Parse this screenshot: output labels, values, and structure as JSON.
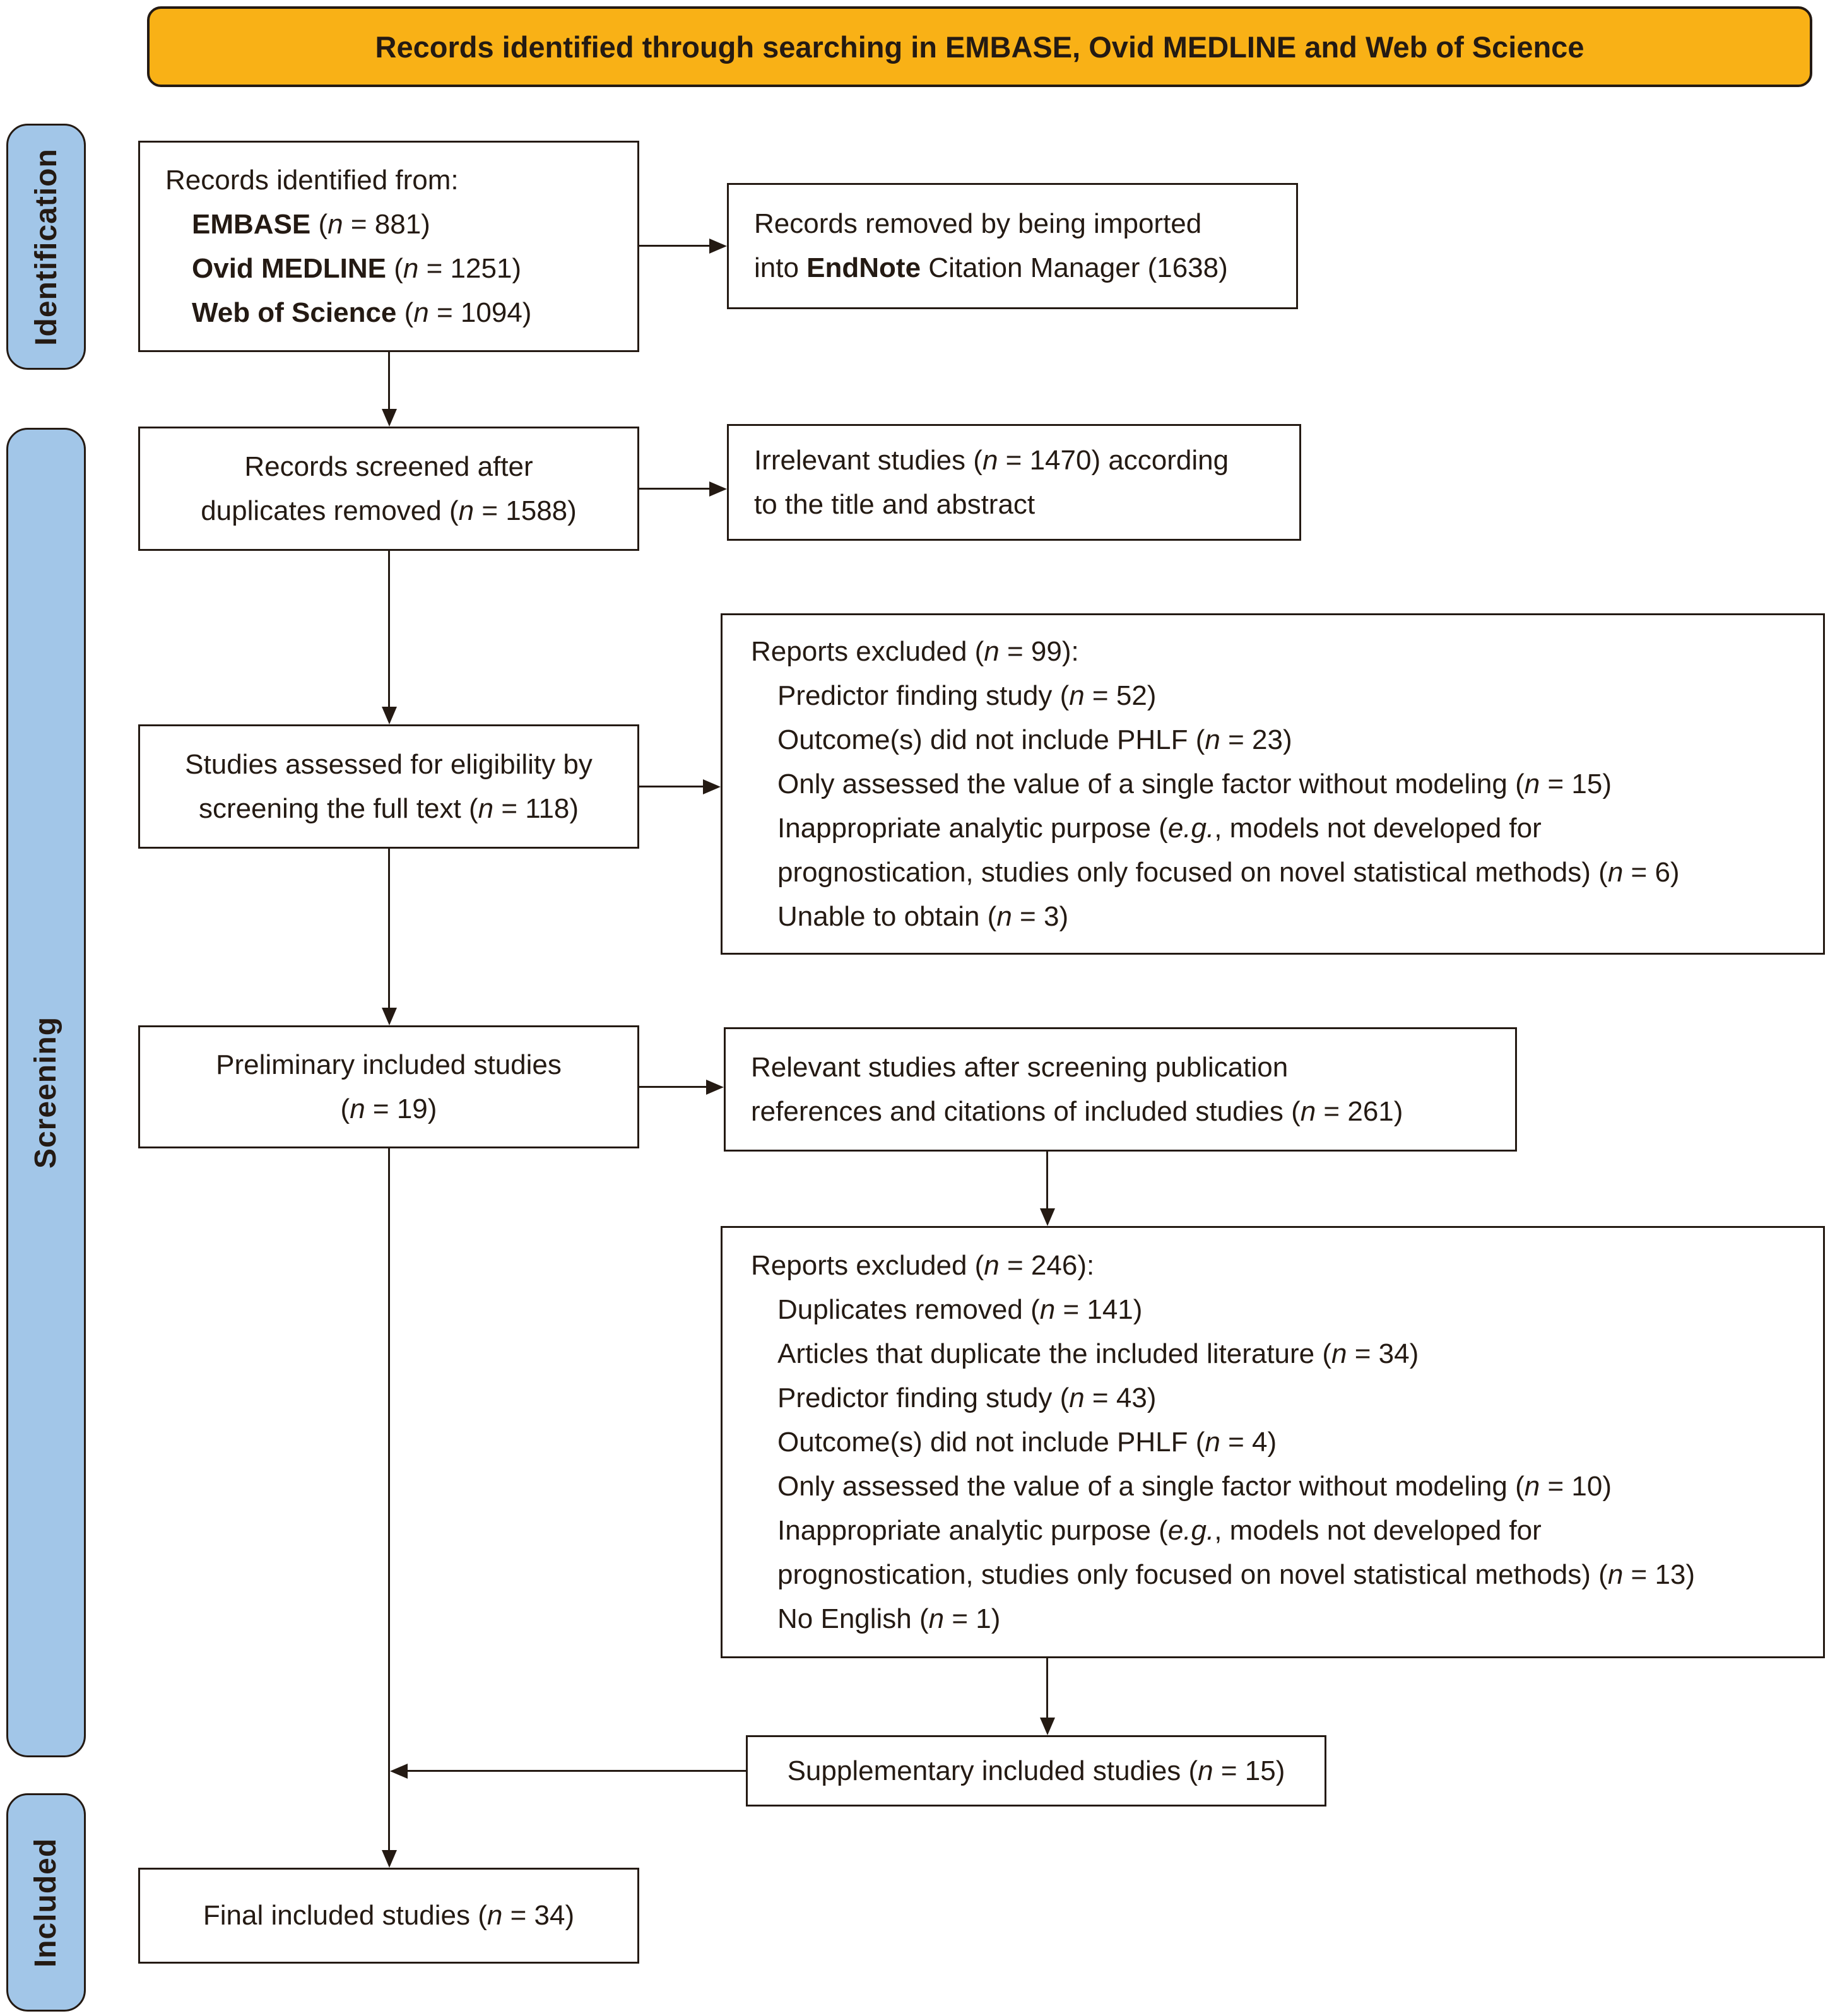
{
  "banner": {
    "text": "Records identified through searching in EMBASE, Ovid MEDLINE and Web of Science"
  },
  "stage_labels": [
    {
      "id": "identification",
      "label": "Identification"
    },
    {
      "id": "screening",
      "label": "Screening"
    },
    {
      "id": "included",
      "label": "Included"
    }
  ],
  "boxes": {
    "records_identified": {
      "lines": [
        {
          "text": "Records identified from:",
          "indent": 0
        },
        {
          "text": "**EMBASE** (*n* = 881)",
          "indent": 1
        },
        {
          "text": "**Ovid MEDLINE** (*n* = 1251)",
          "indent": 1
        },
        {
          "text": "**Web of Science** (*n* = 1094)",
          "indent": 1
        }
      ]
    },
    "endnote_removed": {
      "lines": [
        {
          "text": "Records removed by being imported",
          "indent": 0
        },
        {
          "text": "into **EndNote** Citation Manager (1638)",
          "indent": 0
        }
      ]
    },
    "records_screened": {
      "lines": [
        {
          "text": "Records screened after",
          "indent": 0
        },
        {
          "text": "duplicates removed (*n* = 1588)",
          "indent": 0
        }
      ]
    },
    "irrelevant_studies": {
      "lines": [
        {
          "text": "Irrelevant studies (*n* = 1470) according",
          "indent": 0
        },
        {
          "text": "to the title and abstract",
          "indent": 0
        }
      ]
    },
    "studies_assessed": {
      "lines": [
        {
          "text": "Studies assessed for eligibility by",
          "indent": 0
        },
        {
          "text": "screening the full text (*n* = 118)",
          "indent": 0
        }
      ]
    },
    "reports_excluded_fulltext": {
      "lines": [
        {
          "text": "Reports excluded (*n* = 99):",
          "indent": 0
        },
        {
          "text": "Predictor finding study (*n* = 52)",
          "indent": 1
        },
        {
          "text": "Outcome(s) did not include PHLF (*n* = 23)",
          "indent": 1
        },
        {
          "text": "Only assessed the value of a single factor without modeling (*n* = 15)",
          "indent": 1
        },
        {
          "text": "Inappropriate analytic purpose (*e.g.*, models not developed for",
          "indent": 1
        },
        {
          "text": "prognostication, studies only focused on novel statistical methods) (*n* = 6)",
          "indent": 1
        },
        {
          "text": "Unable to obtain (*n* = 3)",
          "indent": 1
        }
      ]
    },
    "preliminary_included": {
      "lines": [
        {
          "text": "Preliminary included studies",
          "indent": 0
        },
        {
          "text": "(*n* = 19)",
          "indent": 0
        }
      ]
    },
    "relevant_citations": {
      "lines": [
        {
          "text": "Relevant studies after screening publication",
          "indent": 0
        },
        {
          "text": "references and citations of included studies (*n* = 261)",
          "indent": 0
        }
      ]
    },
    "reports_excluded_supplementary": {
      "lines": [
        {
          "text": "Reports excluded (*n* = 246):",
          "indent": 0
        },
        {
          "text": "Duplicates removed (*n* = 141)",
          "indent": 1
        },
        {
          "text": "Articles that duplicate the included literature (*n* = 34)",
          "indent": 1
        },
        {
          "text": "Predictor finding study (*n* = 43)",
          "indent": 1
        },
        {
          "text": "Outcome(s) did not include PHLF (*n* = 4)",
          "indent": 1
        },
        {
          "text": "Only assessed the value of a single factor without modeling (*n* = 10)",
          "indent": 1
        },
        {
          "text": "Inappropriate analytic purpose (*e.g.*, models not developed for",
          "indent": 1
        },
        {
          "text": "prognostication, studies only focused on novel statistical methods) (*n* = 13)",
          "indent": 1
        },
        {
          "text": "No English (*n* = 1)",
          "indent": 1
        }
      ]
    },
    "supplementary_included": {
      "lines": [
        {
          "text": "Supplementary included studies (*n* = 15)",
          "indent": 0
        }
      ]
    },
    "final_included": {
      "lines": [
        {
          "text": "Final included studies (*n* = 34)",
          "indent": 0
        }
      ]
    }
  },
  "colors": {
    "banner_fill": "#f9b116",
    "stage_fill": "#a2c6e8",
    "ink": "#241a13",
    "box_fill": "#ffffff"
  }
}
